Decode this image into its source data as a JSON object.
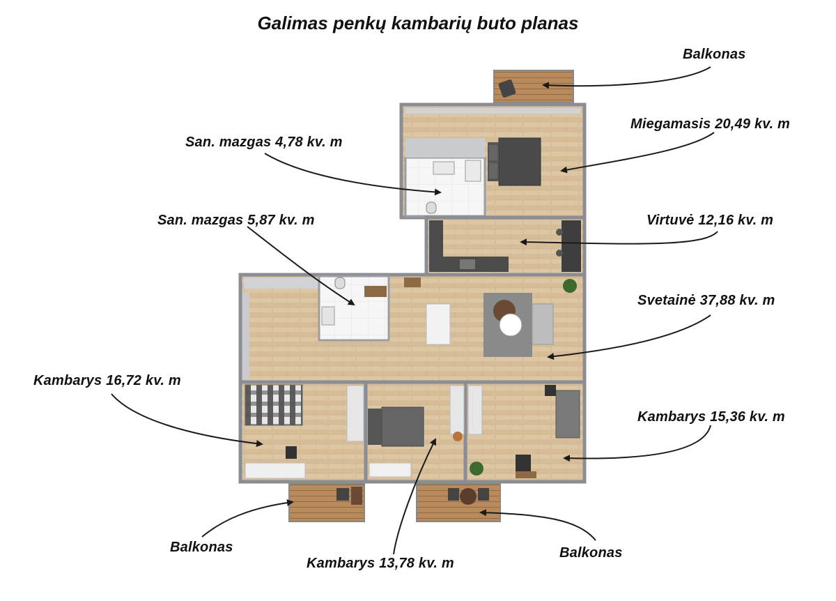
{
  "title": "Galimas penkų kambarių buto planas",
  "labels": {
    "balcony_top": "Balkonas",
    "bedroom": "Miegamasis 20,49 kv. m",
    "bath1": "San. mazgas 4,78 kv. m",
    "bath2": "San. mazgas 5,87 kv. m",
    "kitchen": "Virtuvė 12,16 kv. m",
    "living": "Svetainė 37,88 kv. m",
    "room1": "Kambarys 16,72 kv. m",
    "room3": "Kambarys 15,36 kv. m",
    "room2": "Kambarys 13,78 kv. m",
    "balcony_left": "Balkonas",
    "balcony_mid": "Balkonas"
  },
  "colors": {
    "floor_wood": "#d9c3a2",
    "floor_wood_dark": "#cfb58f",
    "wall": "#8a8d93",
    "wall_light": "#c9cbcf",
    "tile": "#f4f4f4",
    "balcony_wood": "#b98a5c",
    "text": "#111111",
    "arrow": "#1a1a1a"
  }
}
